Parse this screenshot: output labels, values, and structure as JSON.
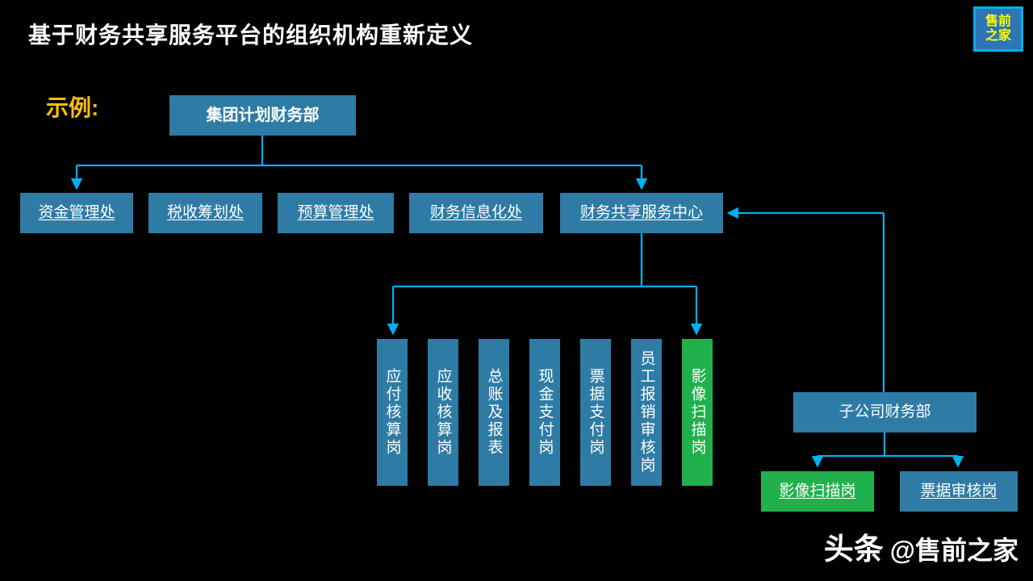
{
  "slide": {
    "title": "基于财务共享服务平台的组织机构重新定义",
    "example_label": "示例:",
    "logo": {
      "line1": "售前",
      "line2": "之家"
    },
    "watermark": {
      "brand": "头条",
      "handle": "@售前之家"
    }
  },
  "org_chart": {
    "root": "集团计划财务部",
    "departments": [
      "资金管理处",
      "税收筹划处",
      "预算管理处",
      "财务信息化处",
      "财务共享服务中心"
    ],
    "shared_center_roles": [
      "应付核算岗",
      "应收核算岗",
      "总账及报表",
      "现金支付岗",
      "票据支付岗",
      "员工报销审核岗",
      "影像扫描岗"
    ],
    "subsidiary": "子公司财务部",
    "subsidiary_roles": [
      "影像扫描岗",
      "票据审核岗"
    ]
  },
  "colors": {
    "background": "#000000",
    "box_teal": "#2E7CA6",
    "box_green": "#21B14C",
    "connector": "#00B0F0",
    "accent_orange": "#FFC000",
    "logo_bg": "#2E75B6",
    "logo_border": "#00B0F0",
    "logo_text": "#FFFF00",
    "text": "#FFFFFF"
  }
}
